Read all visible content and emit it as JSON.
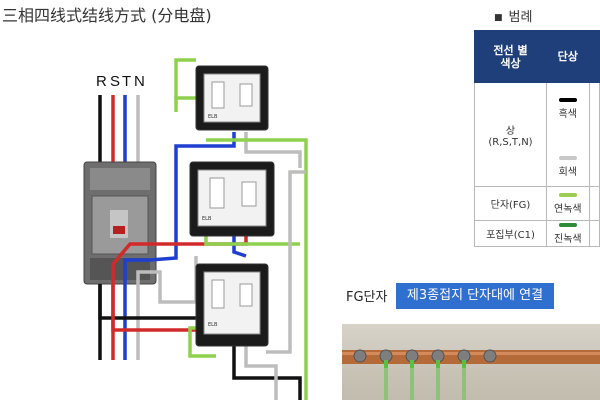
{
  "title": "三相四线式结线方式 (分电盘)",
  "legend": {
    "heading": "범례",
    "headers": {
      "wire_color": "전선 별\n색상",
      "single_phase": "단상"
    },
    "rows": [
      {
        "label": "상\n(R,S,T,N)",
        "items": [
          {
            "color": "#000000",
            "label": "흑색"
          },
          {
            "color": "#c8c8c8",
            "label": "회색"
          }
        ]
      },
      {
        "label": "단자(FG)",
        "items": [
          {
            "color": "#9ccc52",
            "label": "연녹색"
          }
        ]
      },
      {
        "label": "포집부(C1)",
        "items": [
          {
            "color": "#2e8b3a",
            "label": "진녹색"
          }
        ]
      }
    ]
  },
  "diagram": {
    "phase_labels": [
      "R",
      "S",
      "T",
      "N"
    ],
    "wire_colors": {
      "R": "#111111",
      "S": "#d22a2a",
      "T": "#1f3fd0",
      "N": "#bdbdbd",
      "FG": "#8fd14f"
    }
  },
  "fg": {
    "label": "FG단자",
    "banner": "제3종접지 단자대에 연결"
  }
}
